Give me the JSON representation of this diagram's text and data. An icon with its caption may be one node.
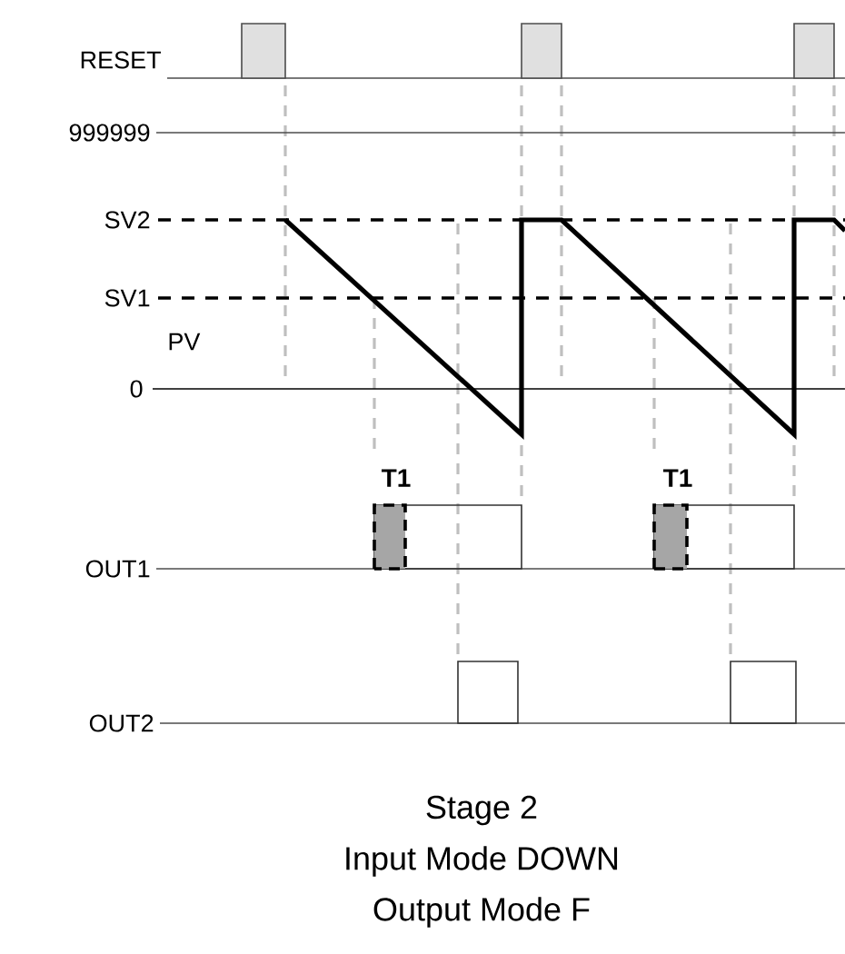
{
  "diagram": {
    "labels": [
      "RESET",
      "999999",
      "SV2",
      "SV1",
      "PV",
      "0",
      "T1",
      "T1",
      "OUT1",
      "OUT2",
      "Stage 2",
      "Input Mode DOWN",
      "Output Mode F"
    ]
  }
}
